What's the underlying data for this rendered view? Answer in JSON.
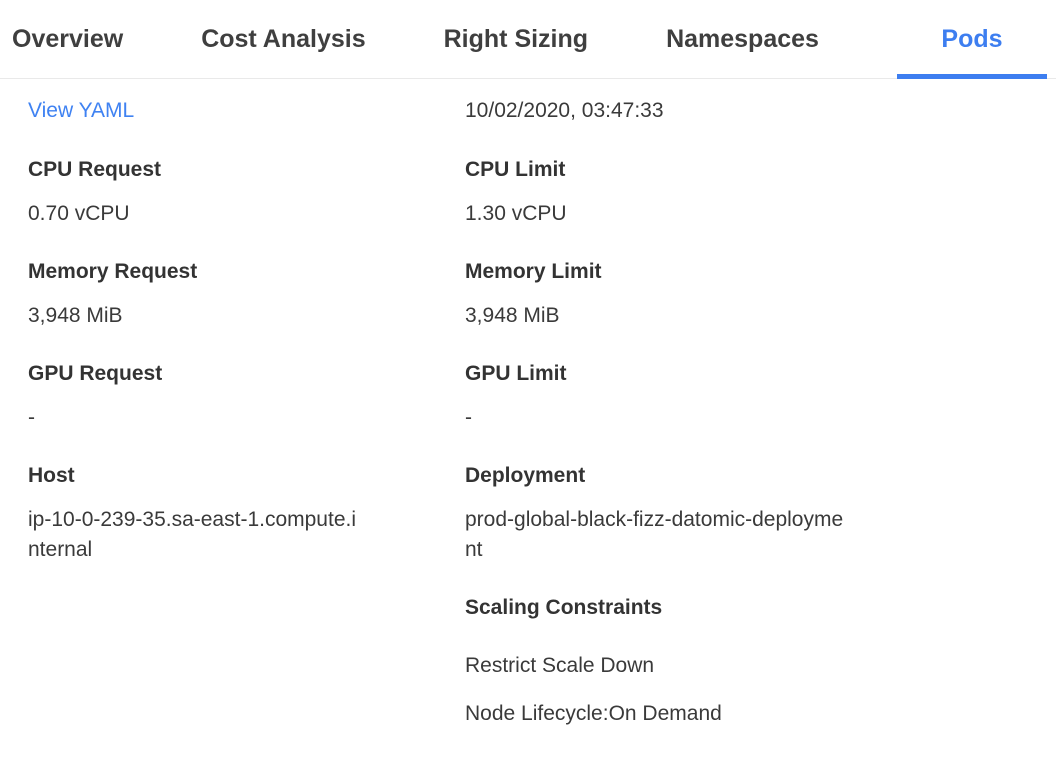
{
  "tabs": {
    "active": "Pods",
    "items": [
      {
        "label": "Overview"
      },
      {
        "label": "Cost Analysis"
      },
      {
        "label": "Right Sizing"
      },
      {
        "label": "Namespaces"
      },
      {
        "label": "Pods"
      }
    ]
  },
  "header": {
    "view_yaml_label": "View YAML",
    "timestamp": "10/02/2020, 03:47:33"
  },
  "details": {
    "left": [
      {
        "label": "CPU Request",
        "value": "0.70 vCPU"
      },
      {
        "label": "Memory Request",
        "value": "3,948 MiB"
      },
      {
        "label": "GPU Request",
        "value": "-"
      },
      {
        "label": "Host",
        "value": "ip-10-0-239-35.sa-east-1.compute.internal"
      }
    ],
    "right": [
      {
        "label": "CPU Limit",
        "value": "1.30 vCPU"
      },
      {
        "label": "Memory Limit",
        "value": "3,948 MiB"
      },
      {
        "label": "GPU Limit",
        "value": "-"
      },
      {
        "label": "Deployment",
        "value": "prod-global-black-fizz-datomic-deployment"
      }
    ]
  },
  "scaling": {
    "title": "Scaling Constraints",
    "items": [
      "Restrict Scale Down",
      "Node Lifecycle:On Demand"
    ]
  },
  "colors": {
    "accent_blue": "#3d7ef0",
    "link_blue": "#3f82f2",
    "text_dark": "#3a3a3a",
    "divider": "#e9e9e9"
  }
}
